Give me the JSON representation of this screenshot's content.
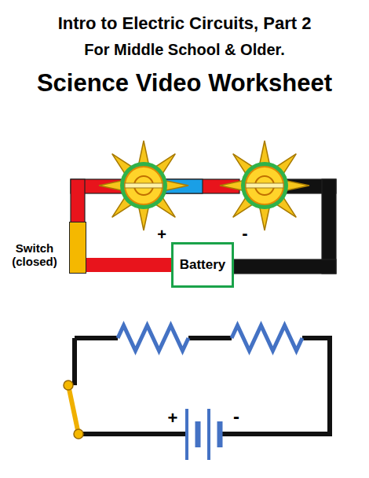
{
  "diagram": {
    "title": "Intro to Electric Circuits, Part 2",
    "nodes": [
      {
        "text": [
          "Switch (closed)"
        ]
      },
      {
        "text": [
          "Battery"
        ]
      }
    ],
    "edges": [
      {
        "from": 0,
        "to": 1,
        "arrow": "none"
      }
    ],
    "labels": [
      "For Middle School & Older.",
      "Science Video Worksheet",
      "+",
      "-",
      "+",
      "-"
    ]
  }
}
